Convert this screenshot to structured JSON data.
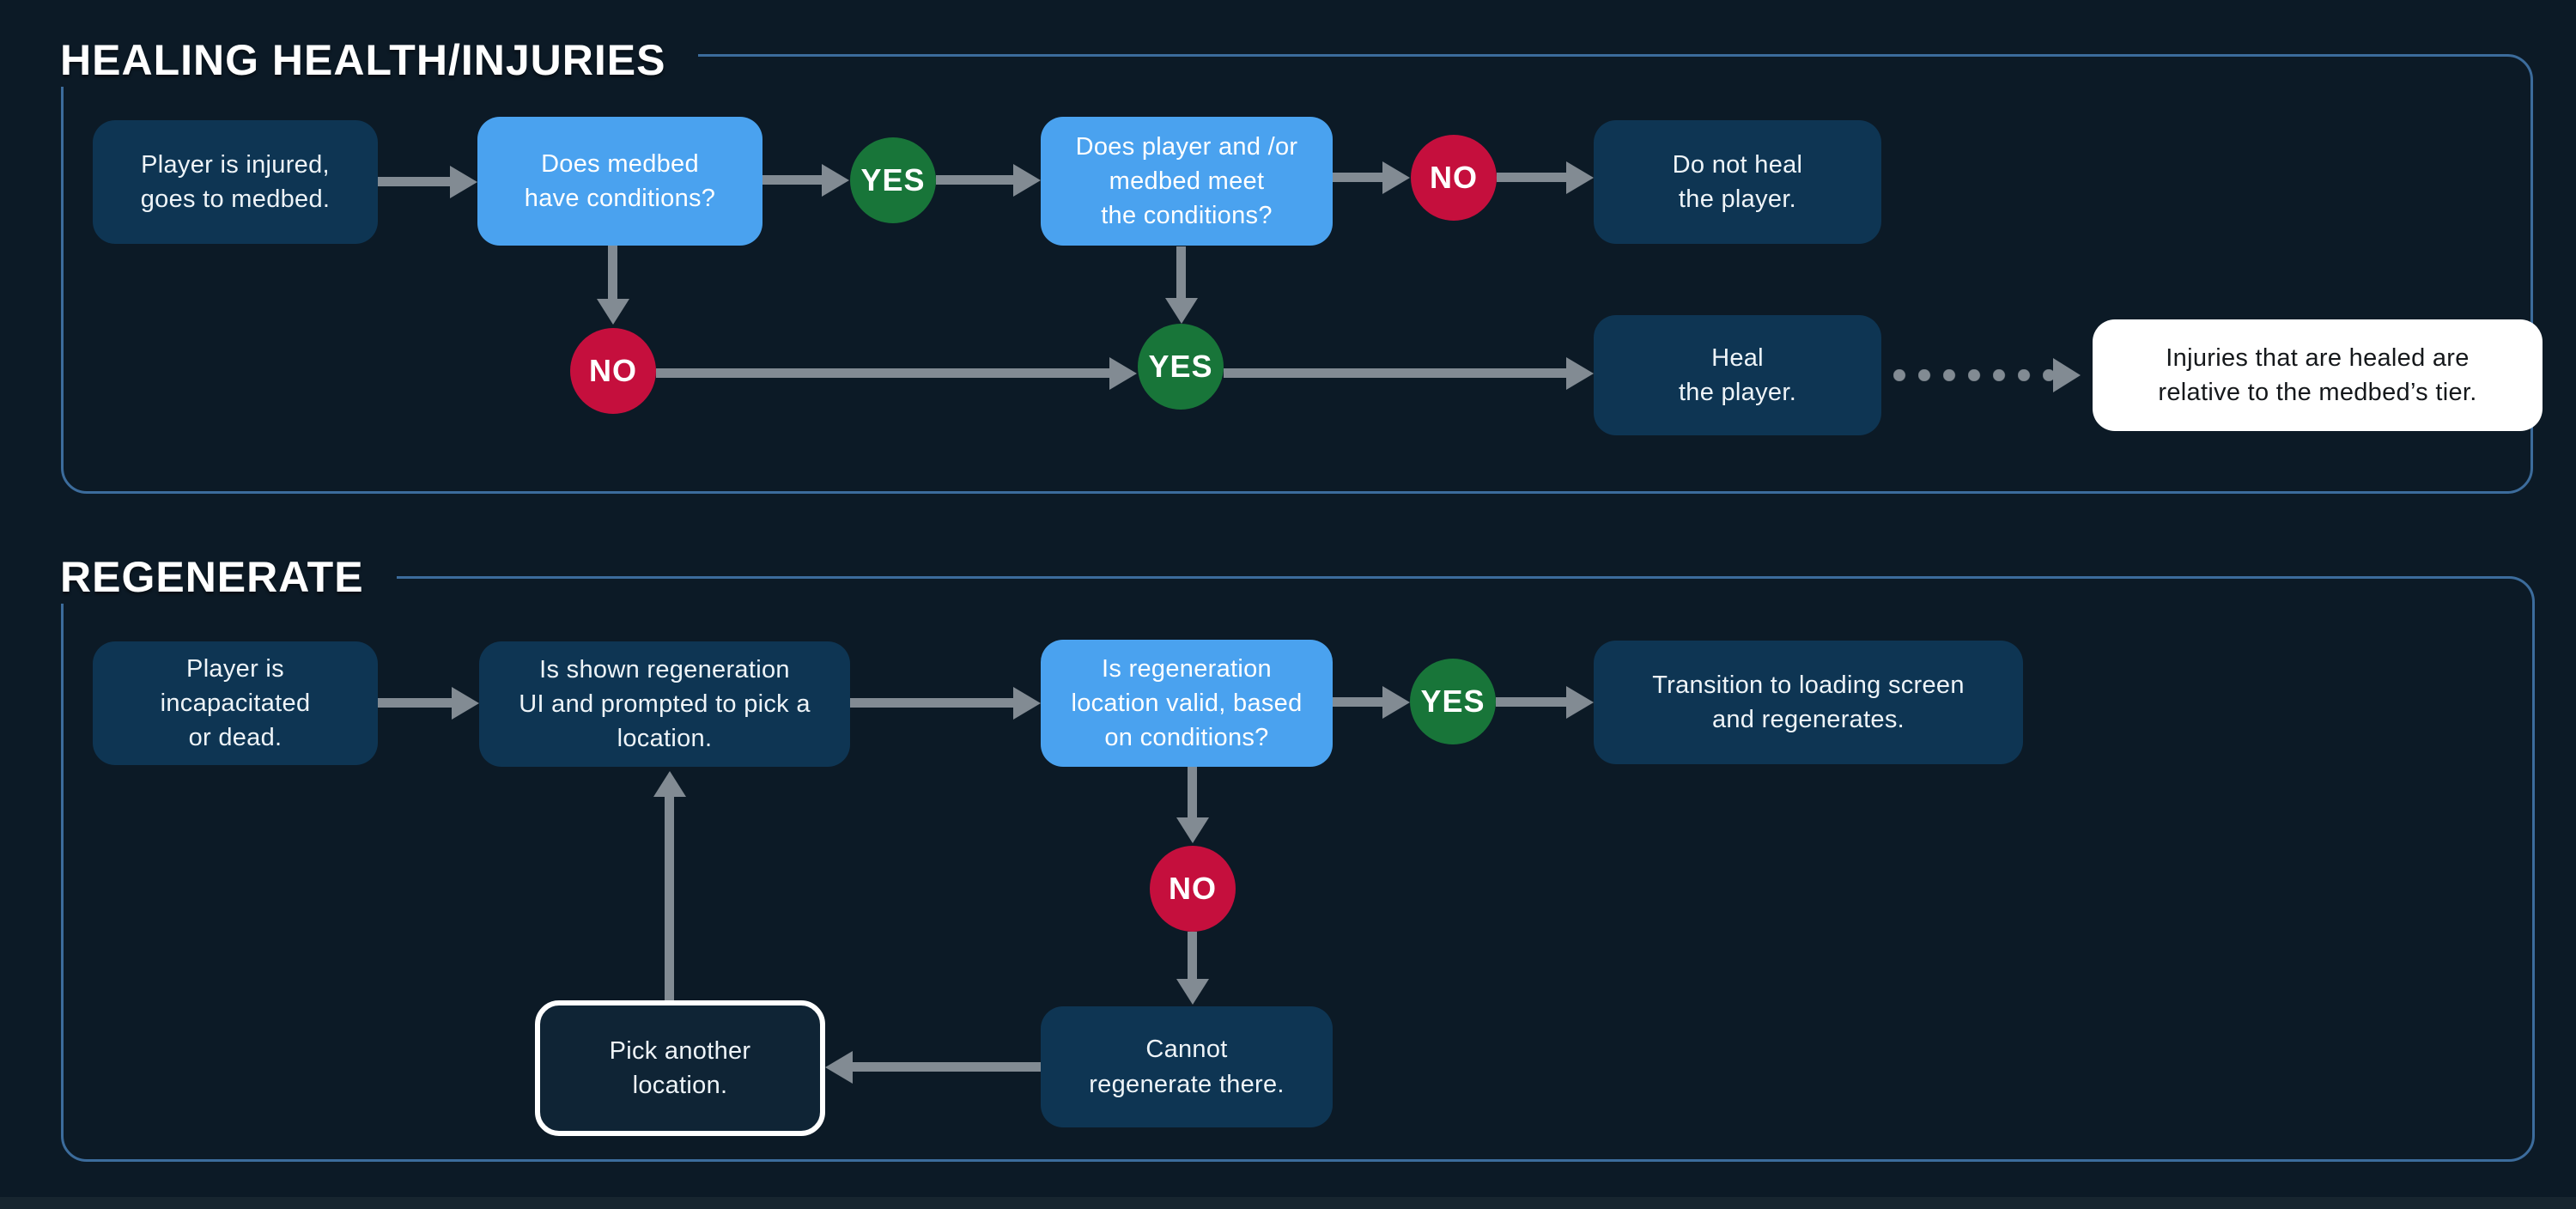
{
  "colors": {
    "background": "#0c1a26",
    "panel_border": "#3c6c9c",
    "box_dark": "#0e3553",
    "box_dark_alt": "#0f2435",
    "box_blue": "#4aa2ef",
    "yes_green": "#187539",
    "no_red": "#c50f3d",
    "arrow_gray": "#828b93",
    "note_bg": "#ffffff",
    "note_text": "#15181b",
    "text_light": "#eef4f8",
    "border_white": "#ffffff"
  },
  "sections": [
    {
      "title": "HEALING HEALTH/INJURIES",
      "nodes": {
        "player_injured": "Player is injured,\ngoes to medbed.",
        "does_medbed_have_conditions": "Does medbed\nhave conditions?",
        "yes_top": "YES",
        "does_player_medbed_meet": "Does player and /or\nmedbed meet\nthe conditions?",
        "no_top": "NO",
        "do_not_heal": "Do not heal\nthe player.",
        "no_bottom": "NO",
        "yes_bottom": "YES",
        "heal": "Heal\nthe player.",
        "note": "Injuries that are healed are\nrelative to the medbed’s tier."
      }
    },
    {
      "title": "REGENERATE",
      "nodes": {
        "player_incapacitated": "Player is\nincapacitated\nor dead.",
        "shown_regeneration_ui": "Is shown regeneration\nUI and prompted to pick a\nlocation.",
        "is_location_valid": "Is regeneration\nlocation valid, based\non conditions?",
        "yes": "YES",
        "transition_loading": "Transition to loading screen\nand regenerates.",
        "no": "NO",
        "cannot_regenerate": "Cannot\nregenerate there.",
        "pick_another_location": "Pick another\nlocation."
      }
    }
  ]
}
